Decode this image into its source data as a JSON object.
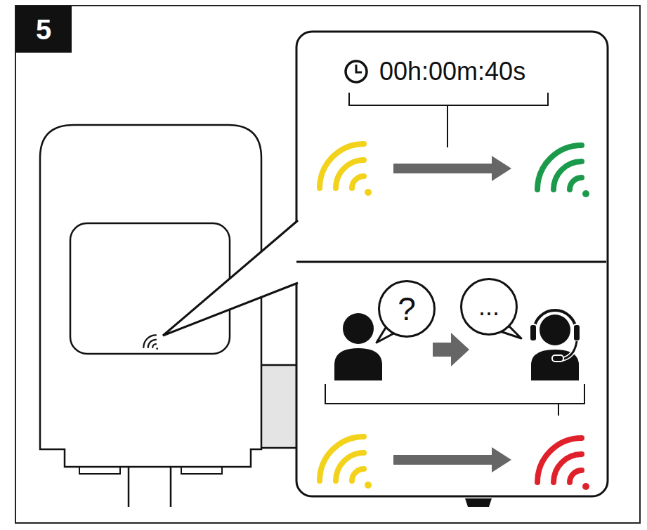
{
  "diagram": {
    "nodes": [
      {
        "text": [
          "5"
        ]
      },
      {
        "text": [
          "?"
        ]
      },
      {
        "text": [
          "..."
        ]
      }
    ],
    "labels": [
      "00h:00m:40s"
    ]
  }
}
